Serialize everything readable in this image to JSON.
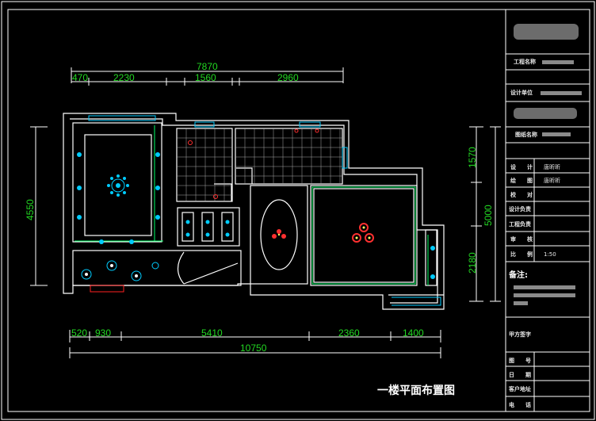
{
  "drawing_title": "一楼平面布置图",
  "dimensions": {
    "top_total": "7870",
    "top_segments": [
      "470",
      "2230",
      "1560",
      "2960"
    ],
    "bottom_total": "10750",
    "bottom_segments": [
      "520",
      "930",
      "5410",
      "2360",
      "1400"
    ],
    "left_height": "4550",
    "right_total": "5000",
    "right_segments": [
      "1570",
      "2180"
    ]
  },
  "title_block": {
    "project_name_label": "工程名称",
    "design_unit_label": "设计单位",
    "drawing_name_label": "图纸名称",
    "rows": [
      {
        "label": "设　　计",
        "value": "唐昕昕"
      },
      {
        "label": "绘　　图",
        "value": "唐昕昕"
      },
      {
        "label": "校　　对",
        "value": ""
      },
      {
        "label": "设计负责",
        "value": ""
      },
      {
        "label": "工程负责",
        "value": ""
      },
      {
        "label": "审　　核",
        "value": ""
      },
      {
        "label": "比　　例",
        "value": "1:50"
      }
    ],
    "notes_label": "备注:",
    "client_label": "甲方签字",
    "bottom_rows": [
      {
        "label": "图　　号"
      },
      {
        "label": "日　　期"
      },
      {
        "label": "客户地址"
      },
      {
        "label": "电　　话"
      }
    ]
  },
  "colors": {
    "background": "#000000",
    "walls": "#ffffff",
    "dimension": "#22d822",
    "lights": "#00ccff",
    "pendant": "#ff3030",
    "accent": "#00ff66"
  }
}
